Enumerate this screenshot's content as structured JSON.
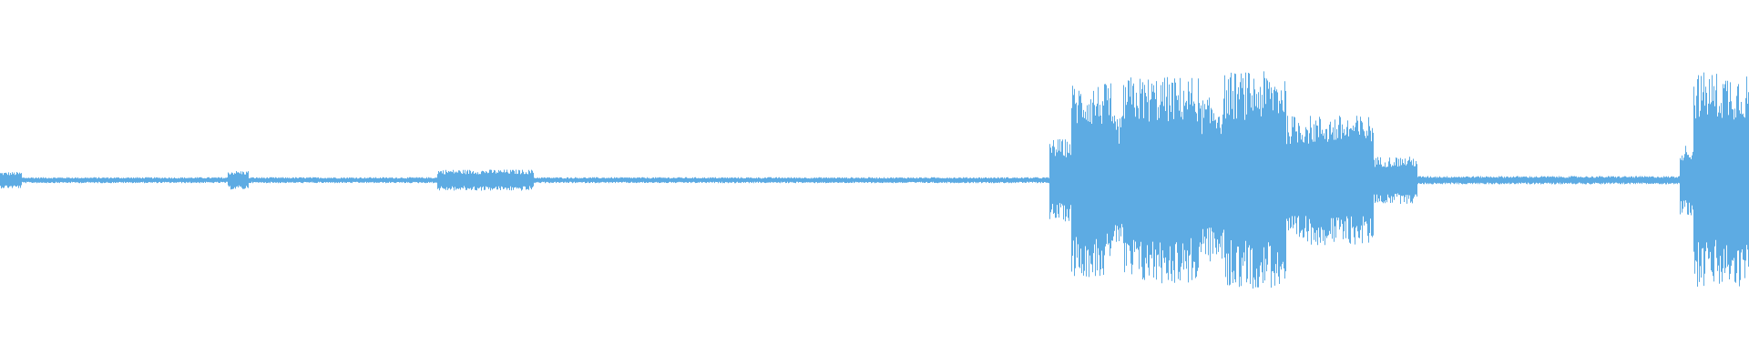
{
  "waveform": {
    "color": "#5dabe3",
    "background": "#ffffff",
    "segments": [
      {
        "start": 0.0,
        "end": 0.012,
        "amp": 0.07
      },
      {
        "start": 0.012,
        "end": 0.13,
        "amp": 0.025
      },
      {
        "start": 0.13,
        "end": 0.142,
        "amp": 0.08
      },
      {
        "start": 0.142,
        "end": 0.25,
        "amp": 0.025
      },
      {
        "start": 0.25,
        "end": 0.305,
        "amp": 0.09
      },
      {
        "start": 0.305,
        "end": 0.6,
        "amp": 0.025
      },
      {
        "start": 0.6,
        "end": 0.612,
        "amp": 0.35
      },
      {
        "start": 0.612,
        "end": 0.635,
        "amp": 0.82
      },
      {
        "start": 0.635,
        "end": 0.642,
        "amp": 0.55
      },
      {
        "start": 0.642,
        "end": 0.685,
        "amp": 0.88
      },
      {
        "start": 0.685,
        "end": 0.7,
        "amp": 0.7
      },
      {
        "start": 0.7,
        "end": 0.735,
        "amp": 0.92
      },
      {
        "start": 0.735,
        "end": 0.785,
        "amp": 0.55
      },
      {
        "start": 0.785,
        "end": 0.81,
        "amp": 0.2
      },
      {
        "start": 0.81,
        "end": 0.96,
        "amp": 0.035
      },
      {
        "start": 0.96,
        "end": 0.968,
        "amp": 0.3
      },
      {
        "start": 0.968,
        "end": 1.0,
        "amp": 0.92
      }
    ]
  }
}
